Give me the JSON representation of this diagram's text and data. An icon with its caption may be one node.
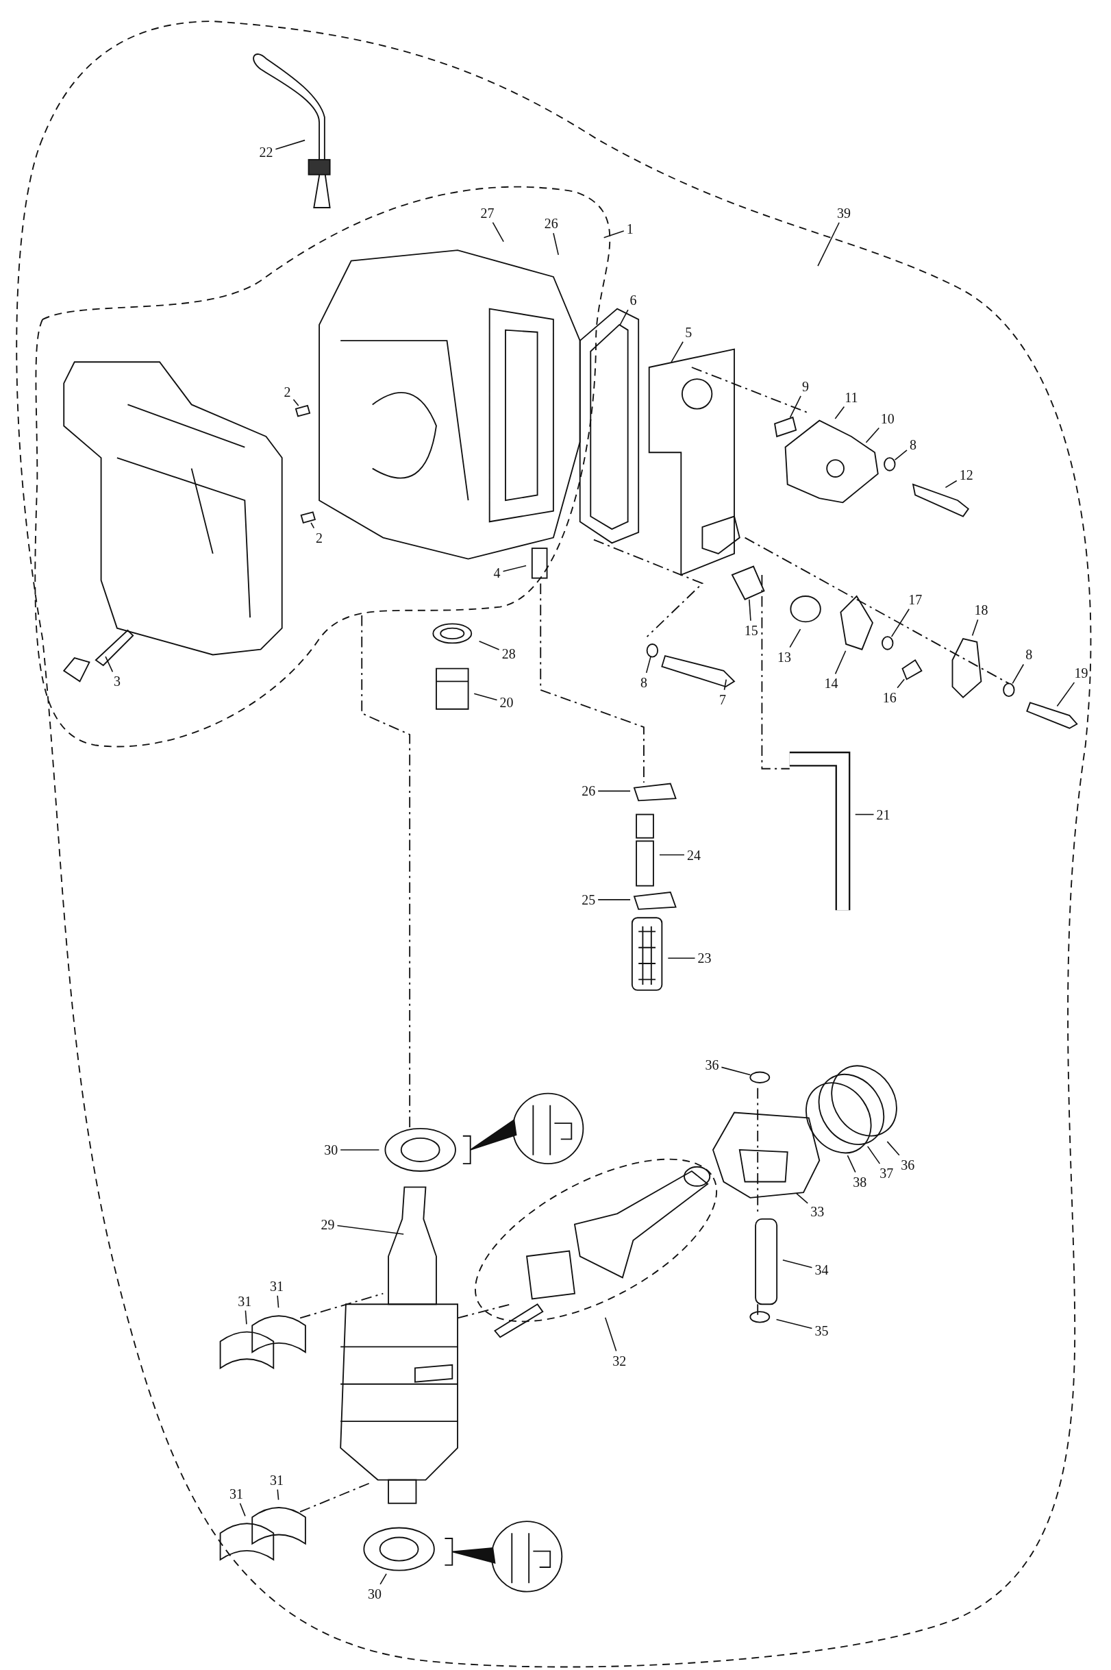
{
  "diagram": {
    "nodes": [
      {
        "text": [
          "22"
        ]
      },
      {
        "text": [
          "27"
        ]
      },
      {
        "text": [
          "26"
        ]
      },
      {
        "text": [
          "1"
        ]
      },
      {
        "text": [
          "39"
        ]
      },
      {
        "text": [
          "6"
        ]
      },
      {
        "text": [
          "5"
        ]
      },
      {
        "text": [
          "2"
        ]
      },
      {
        "text": [
          "9"
        ]
      },
      {
        "text": [
          "11"
        ]
      },
      {
        "text": [
          "10"
        ]
      },
      {
        "text": [
          "8"
        ]
      },
      {
        "text": [
          "12"
        ]
      },
      {
        "text": [
          "2"
        ]
      },
      {
        "text": [
          "4"
        ]
      },
      {
        "text": [
          "17"
        ]
      },
      {
        "text": [
          "18"
        ]
      },
      {
        "text": [
          "15"
        ]
      },
      {
        "text": [
          "13"
        ]
      },
      {
        "text": [
          "8"
        ]
      },
      {
        "text": [
          "28"
        ]
      },
      {
        "text": [
          "19"
        ]
      },
      {
        "text": [
          "8"
        ]
      },
      {
        "text": [
          "14"
        ]
      },
      {
        "text": [
          "3"
        ]
      },
      {
        "text": [
          "7"
        ]
      },
      {
        "text": [
          "16"
        ]
      },
      {
        "text": [
          "20"
        ]
      },
      {
        "text": [
          "26"
        ]
      },
      {
        "text": [
          "21"
        ]
      },
      {
        "text": [
          "24"
        ]
      },
      {
        "text": [
          "25"
        ]
      },
      {
        "text": [
          "23"
        ]
      },
      {
        "text": [
          "36"
        ]
      },
      {
        "text": [
          "30"
        ]
      },
      {
        "text": [
          "36"
        ]
      },
      {
        "text": [
          "37"
        ]
      },
      {
        "text": [
          "38"
        ]
      },
      {
        "text": [
          "33"
        ]
      },
      {
        "text": [
          "29"
        ]
      },
      {
        "text": [
          "34"
        ]
      },
      {
        "text": [
          "31"
        ]
      },
      {
        "text": [
          "31"
        ]
      },
      {
        "text": [
          "35"
        ]
      },
      {
        "text": [
          "32"
        ]
      },
      {
        "text": [
          "31"
        ]
      },
      {
        "text": [
          "31"
        ]
      },
      {
        "text": [
          "30"
        ]
      },
      {
        "text": [],
        "shape": "box"
      },
      {
        "text": [],
        "shape": "box"
      },
      {
        "text": [],
        "shape": "circle"
      },
      {
        "text": [],
        "shape": "box"
      },
      {
        "text": [],
        "shape": "circle"
      },
      {
        "text": [],
        "shape": "box"
      },
      {
        "text": [],
        "shape": "circle"
      },
      {
        "text": [],
        "shape": "circle"
      },
      {
        "text": [],
        "shape": "box"
      },
      {
        "text": [],
        "shape": "circle"
      }
    ],
    "edges": [
      {
        "from": 0,
        "to": null,
        "arrow": "none"
      },
      {
        "from": 1,
        "to": null,
        "arrow": "none"
      },
      {
        "from": 2,
        "to": null,
        "arrow": "none"
      },
      {
        "from": 3,
        "to": null,
        "arrow": "none"
      },
      {
        "from": 4,
        "to": null,
        "arrow": "none"
      },
      {
        "from": 5,
        "to": null,
        "arrow": "none"
      },
      {
        "from": 6,
        "to": null,
        "arrow": "none"
      },
      {
        "from": 7,
        "to": 48,
        "arrow": "none"
      },
      {
        "from": 8,
        "to": 49,
        "arrow": "none"
      },
      {
        "from": 9,
        "to": null,
        "arrow": "none"
      },
      {
        "from": 10,
        "to": null,
        "arrow": "none"
      },
      {
        "from": 11,
        "to": 50,
        "arrow": "none"
      },
      {
        "from": 12,
        "to": null,
        "arrow": "none"
      },
      {
        "from": 13,
        "to": 51,
        "arrow": "none"
      },
      {
        "from": 14,
        "to": null,
        "arrow": "none"
      },
      {
        "from": 15,
        "to": 52,
        "arrow": "none"
      },
      {
        "from": 16,
        "to": null,
        "arrow": "none"
      },
      {
        "from": 17,
        "to": 53,
        "arrow": "none"
      },
      {
        "from": 18,
        "to": null,
        "arrow": "none"
      },
      {
        "from": 19,
        "to": 54,
        "arrow": "none"
      },
      {
        "from": 20,
        "to": null,
        "arrow": "none"
      },
      {
        "from": 21,
        "to": null,
        "arrow": "none"
      },
      {
        "from": 22,
        "to": 55,
        "arrow": "none"
      },
      {
        "from": 23,
        "to": null,
        "arrow": "none"
      },
      {
        "from": 24,
        "to": null,
        "arrow": "none"
      },
      {
        "from": 25,
        "to": null,
        "arrow": "none"
      },
      {
        "from": 26,
        "to": 56,
        "arrow": "none"
      },
      {
        "from": 27,
        "to": null,
        "arrow": "none"
      },
      {
        "from": 28,
        "to": null,
        "arrow": "none"
      },
      {
        "from": 29,
        "to": null,
        "arrow": "none"
      },
      {
        "from": 30,
        "to": null,
        "arrow": "none"
      },
      {
        "from": 31,
        "to": null,
        "arrow": "none"
      },
      {
        "from": 32,
        "to": null,
        "arrow": "none"
      },
      {
        "from": 33,
        "to": 57,
        "arrow": "none"
      },
      {
        "from": 34,
        "to": null,
        "arrow": "none"
      },
      {
        "from": 35,
        "to": null,
        "arrow": "none"
      },
      {
        "from": 36,
        "to": null,
        "arrow": "none"
      },
      {
        "from": 37,
        "to": null,
        "arrow": "none"
      },
      {
        "from": 38,
        "to": null,
        "arrow": "none"
      },
      {
        "from": 39,
        "to": null,
        "arrow": "none"
      },
      {
        "from": 40,
        "to": null,
        "arrow": "none"
      },
      {
        "from": 41,
        "to": null,
        "arrow": "none"
      },
      {
        "from": 42,
        "to": null,
        "arrow": "none"
      },
      {
        "from": 43,
        "to": null,
        "arrow": "none"
      },
      {
        "from": 44,
        "to": null,
        "arrow": "none"
      },
      {
        "from": 45,
        "to": null,
        "arrow": "none"
      },
      {
        "from": 46,
        "to": null,
        "arrow": "none"
      },
      {
        "from": 47,
        "to": null,
        "arrow": "none"
      }
    ]
  }
}
